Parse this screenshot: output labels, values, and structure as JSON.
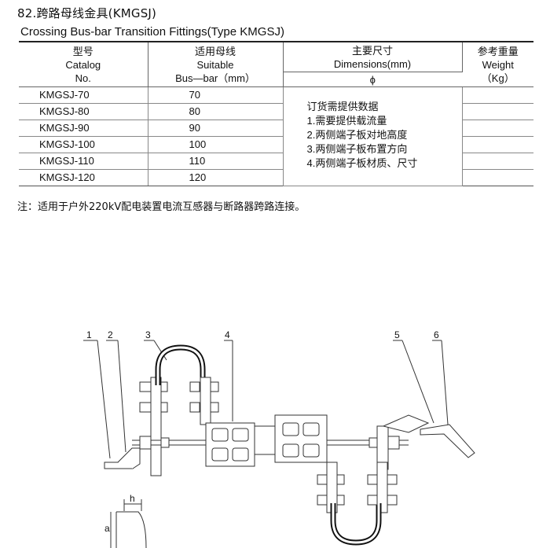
{
  "heading": {
    "title_cn": "82.跨路母线金具(KMGSJ)",
    "title_en": "Crossing Bus-bar Transition Fittings(Type KMGSJ)"
  },
  "table": {
    "headers": {
      "catalog": [
        "型号",
        "Catalog",
        "No."
      ],
      "busbar": [
        "适用母线",
        "Suitable",
        "Bus—bar（mm）"
      ],
      "dimensions": [
        "主要尺寸",
        "Dimensions(mm)"
      ],
      "dimension_symbol": "ϕ",
      "weight": [
        "参考重量",
        "Weight",
        "（Kg）"
      ]
    },
    "rows": [
      {
        "catalog": "KMGSJ-70",
        "busbar": "70"
      },
      {
        "catalog": "KMGSJ-80",
        "busbar": "80"
      },
      {
        "catalog": "KMGSJ-90",
        "busbar": "90"
      },
      {
        "catalog": "KMGSJ-100",
        "busbar": "100"
      },
      {
        "catalog": "KMGSJ-110",
        "busbar": "110"
      },
      {
        "catalog": "KMGSJ-120",
        "busbar": "120"
      }
    ],
    "order_note": [
      "订货需提供数据",
      "1.需要提供载流量",
      "2.两侧端子板对地高度",
      "3.两侧端子板布置方向",
      "4.两侧端子板材质、尺寸"
    ]
  },
  "footnote": "注：适用于户外220kV配电装置电流互感器与断路器跨路连接。",
  "drawing": {
    "part_labels": [
      "1",
      "2",
      "3",
      "4",
      "5",
      "6"
    ],
    "dim_labels": {
      "h": "h",
      "a": "a"
    }
  }
}
